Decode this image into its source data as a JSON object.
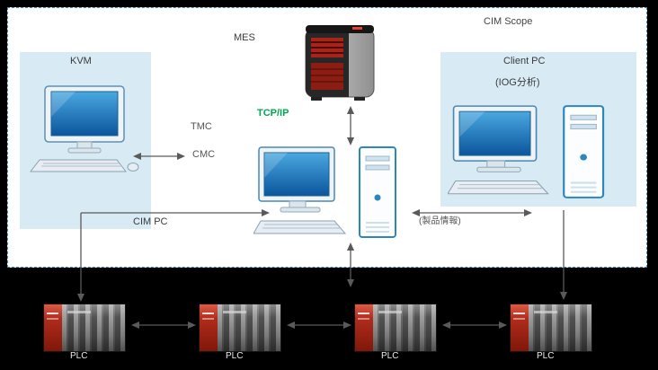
{
  "scope": {
    "label": "CIM Scope"
  },
  "kvm": {
    "label": "KVM"
  },
  "mes": {
    "label": "MES"
  },
  "network": {
    "tcp_ip": "TCP/IP",
    "tmc": "TMC",
    "cmc": "CMC"
  },
  "cim_pc": {
    "label": "CIM PC"
  },
  "client_pc": {
    "title": "Client PC",
    "subtitle": "(IOG分析)"
  },
  "links": {
    "client_link": "(製品情報)"
  },
  "plcs": [
    {
      "label": "PLC"
    },
    {
      "label": "PLC"
    },
    {
      "label": "PLC"
    },
    {
      "label": "PLC"
    }
  ],
  "colors": {
    "background": "#000000",
    "scope_border": "#4a89c8",
    "panel_bg": "#d8eaf4",
    "tcp_ip_text": "#00a651",
    "arrow": "#5a5a5a",
    "plc_red": "#b02c1c"
  }
}
